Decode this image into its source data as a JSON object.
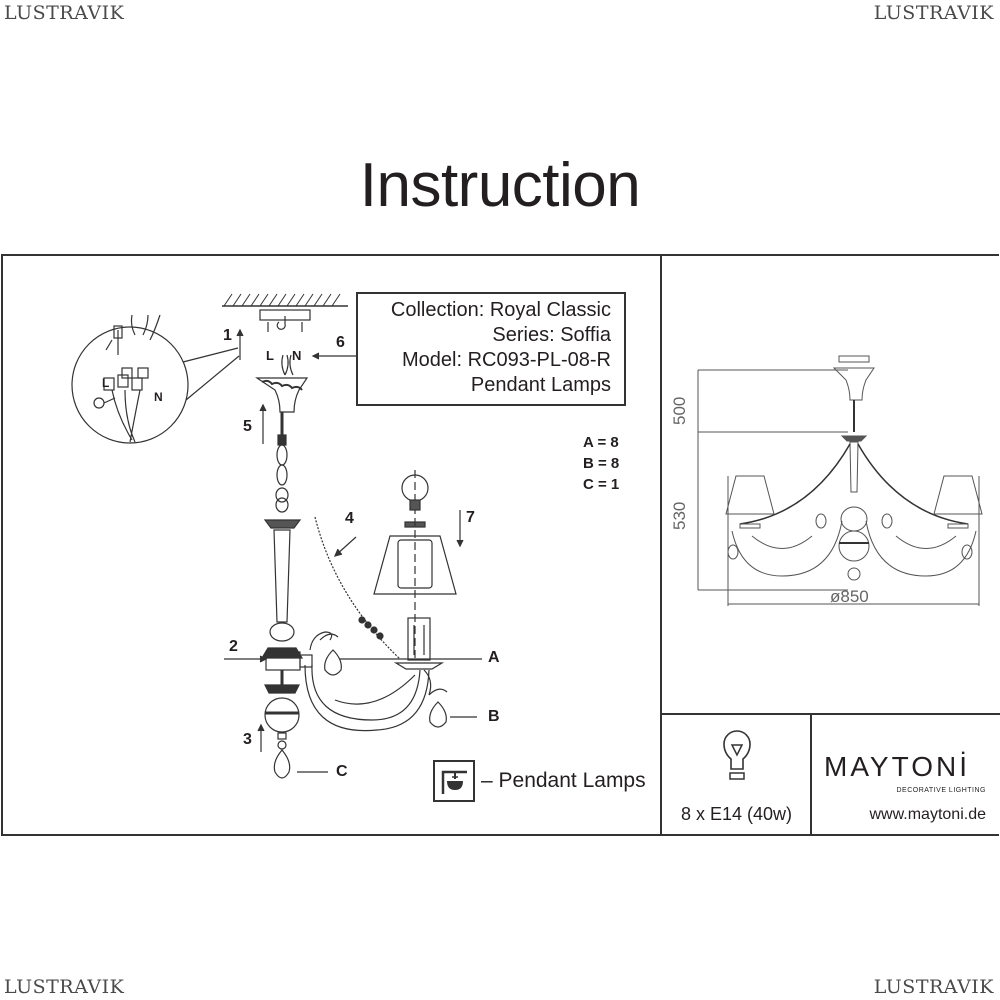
{
  "watermark": {
    "brand": "LUSTRAVIK"
  },
  "title": "Instruction",
  "info_box": {
    "collection": "Collection: Royal Classic",
    "series": "Series: Soffia",
    "model": "Model: RC093-PL-08-R",
    "type": "Pendant Lamps"
  },
  "part_counts": [
    {
      "label": "A = 8"
    },
    {
      "label": "B = 8"
    },
    {
      "label": "C = 1"
    }
  ],
  "steps": [
    "1",
    "2",
    "3",
    "4",
    "5",
    "6",
    "7"
  ],
  "part_labels": {
    "a": "A",
    "b": "B",
    "c": "C"
  },
  "wiring": {
    "live": "L",
    "neutral": "N"
  },
  "legend": {
    "text": "– Pendant Lamps",
    "icon": "pendant-lamp-icon"
  },
  "dimensions": {
    "height_top": "500",
    "height_bottom": "530",
    "diameter": "ø850"
  },
  "bulb": {
    "icon": "bulb-icon",
    "spec": "8 x E14 (40w)"
  },
  "brand": {
    "name": "MAYTONİ",
    "tagline": "DECORATIVE LIGHTING",
    "url": "www.maytoni.de"
  }
}
